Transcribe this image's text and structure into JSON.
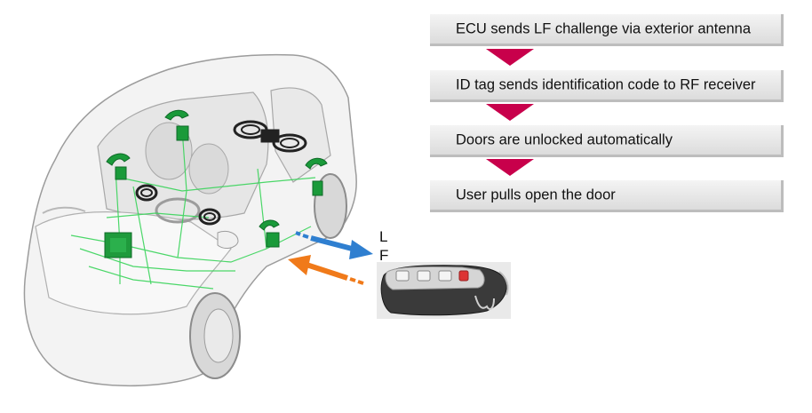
{
  "steps": [
    {
      "label": "ECU sends LF challenge via exterior antenna"
    },
    {
      "label": "ID tag sends identification code to RF receiver"
    },
    {
      "label": "Doors are unlocked automatically"
    },
    {
      "label": "User pulls open the door"
    }
  ],
  "signal_label": {
    "line1": "L",
    "line2": "F"
  },
  "colors": {
    "chevron": "#c8004b",
    "wiring": "#39d45a",
    "antenna": "#1a9a3a",
    "lf_arrow": "#2f7fd0",
    "rf_arrow": "#f07a1a"
  }
}
